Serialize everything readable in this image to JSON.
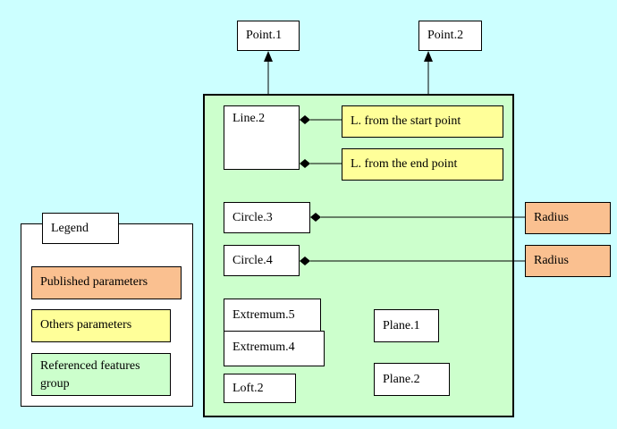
{
  "points": {
    "point1": "Point.1",
    "point2": "Point.2"
  },
  "group": {
    "line2": "Line.2",
    "circle3": "Circle.3",
    "circle4": "Circle.4",
    "extremum5": "Extremum.5",
    "extremum4": "Extremum.4",
    "loft2": "Loft.2",
    "plane1": "Plane.1",
    "plane2": "Plane.2"
  },
  "parameters": {
    "start_point": "L. from the start point",
    "end_point": "L. from the end point",
    "radius_1": "Radius",
    "radius_2": "Radius"
  },
  "legend": {
    "title": "Legend",
    "published": "Published parameters",
    "others": "Others parameters",
    "referenced": "Referenced features group"
  },
  "colors": {
    "background": "#ccffff",
    "published": "#fac090",
    "others": "#ffff99",
    "referenced": "#ccffcc"
  }
}
